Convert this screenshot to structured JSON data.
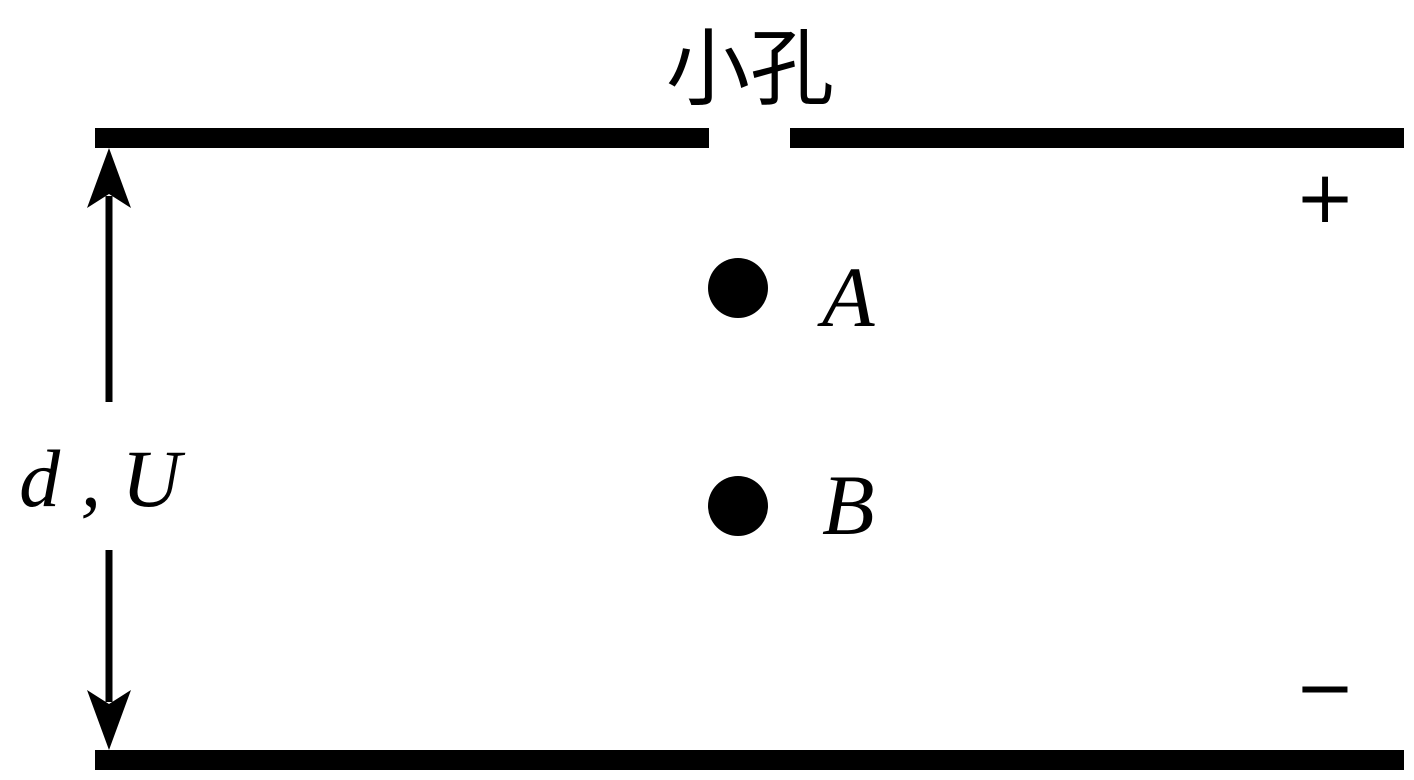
{
  "labels": {
    "hole": "小孔",
    "dimension": "d , U",
    "point_a": "A",
    "point_b": "B",
    "top_polarity": "+",
    "bottom_polarity": "−"
  },
  "colors": {
    "ink": "#000000",
    "background": "#ffffff"
  }
}
